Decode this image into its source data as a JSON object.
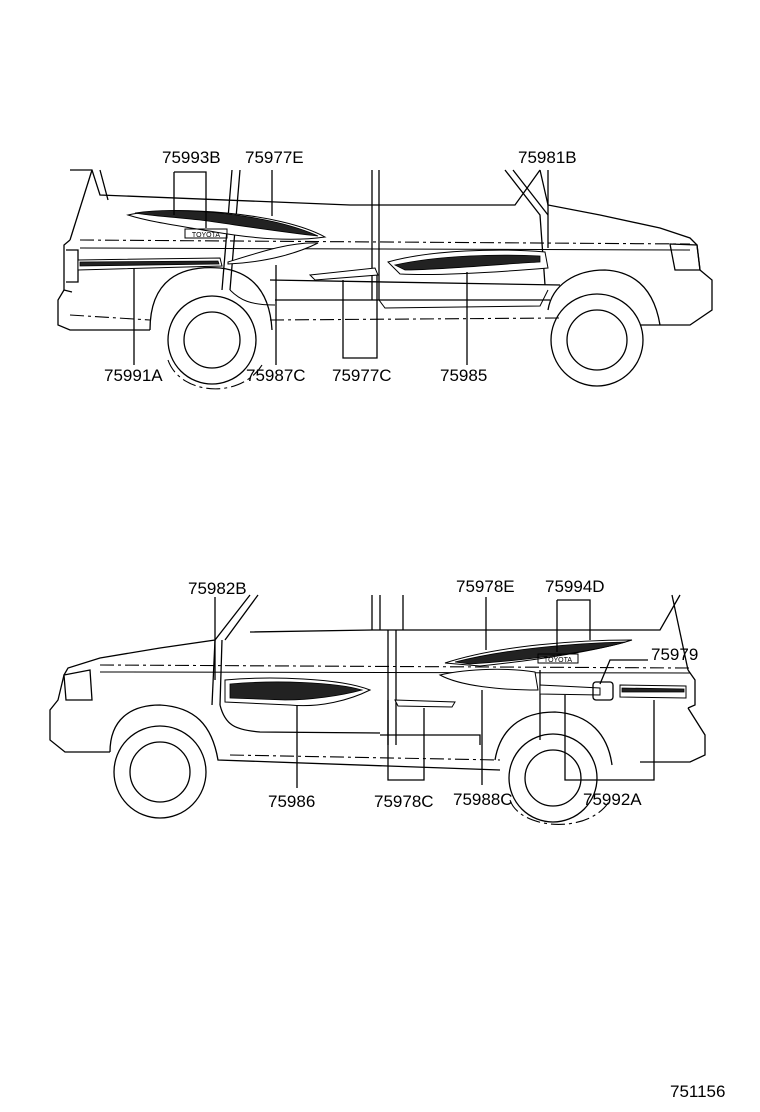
{
  "diagram_id": "751156",
  "top_view": {
    "labels": {
      "p75993b": "75993B",
      "p75977e": "75977E",
      "p75981b": "75981B",
      "p75991a": "75991A",
      "p75987c": "75987C",
      "p75977c": "75977C",
      "p75985": "75985"
    },
    "emblem": "TOYOTA"
  },
  "bottom_view": {
    "labels": {
      "p75982b": "75982B",
      "p75978e": "75978E",
      "p75994d": "75994D",
      "p75979": "75979",
      "p75986": "75986",
      "p75978c": "75978C",
      "p75988c": "75988C",
      "p75992a": "75992A"
    },
    "emblem": "TOYOTA"
  }
}
